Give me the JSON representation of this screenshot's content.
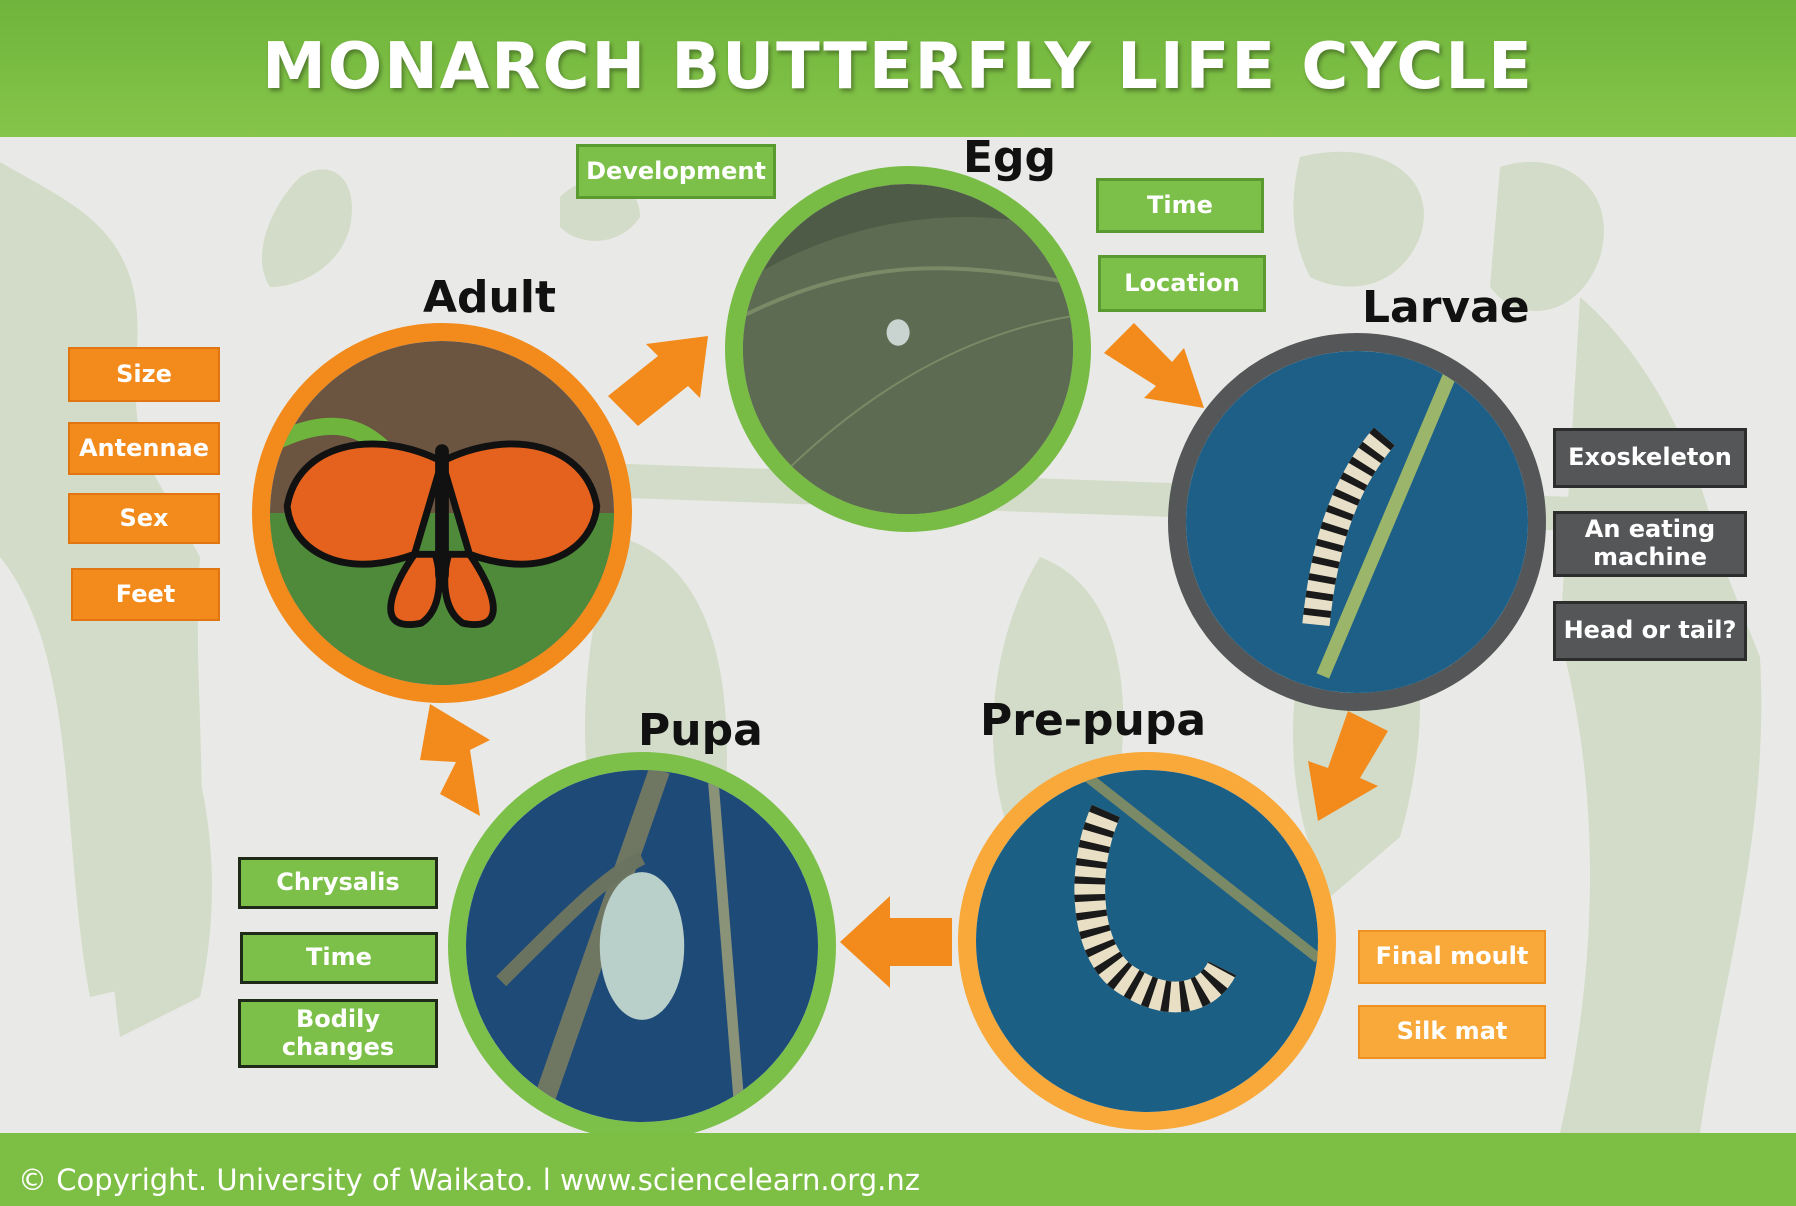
{
  "title": "MONARCH BUTTERFLY LIFE CYCLE",
  "footer": "© Copyright. University of Waikato. l www.sciencelearn.org.nz",
  "colors": {
    "header_green": "#7dbe45",
    "orange": "#f28a1c",
    "light_orange": "#f9a83a",
    "grey": "#555657"
  },
  "stages": {
    "egg": {
      "title": "Egg",
      "tags": [
        "Development",
        "Time",
        "Location"
      ]
    },
    "larvae": {
      "title": "Larvae",
      "tags": [
        "Exoskeleton",
        "An eating machine",
        "Head or tail?"
      ]
    },
    "prepupa": {
      "title": "Pre-pupa",
      "tags": [
        "Final moult",
        "Silk mat"
      ]
    },
    "pupa": {
      "title": "Pupa",
      "tags": [
        "Chrysalis",
        "Time",
        "Bodily changes"
      ]
    },
    "adult": {
      "title": "Adult",
      "tags": [
        "Size",
        "Antennae",
        "Sex",
        "Feet"
      ]
    }
  }
}
